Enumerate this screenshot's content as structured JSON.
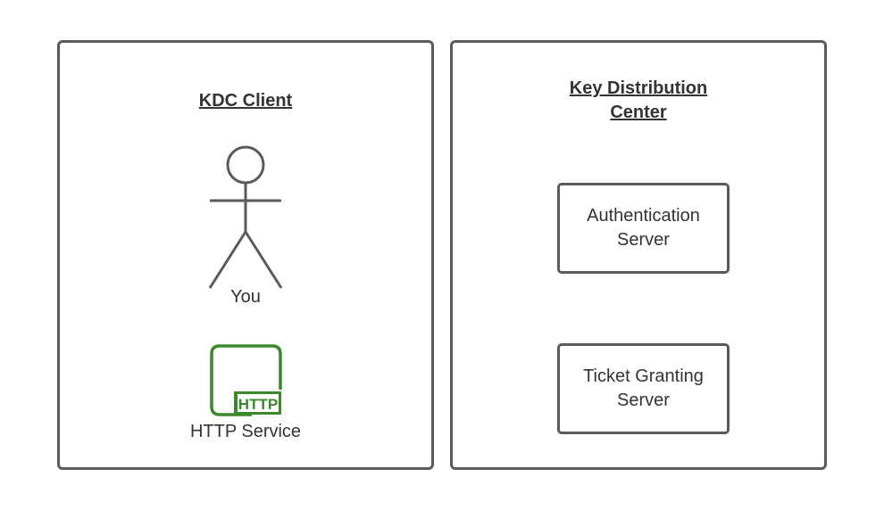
{
  "client": {
    "title": "KDC Client",
    "actor_label": "You",
    "service_label": "HTTP Service",
    "service_icon_text": "HTTP",
    "icon_color": "#3b8a2a"
  },
  "kdc": {
    "title": "Key Distribution Center",
    "auth_server": "Authentication Server",
    "tgs": "Ticket Granting Server"
  }
}
